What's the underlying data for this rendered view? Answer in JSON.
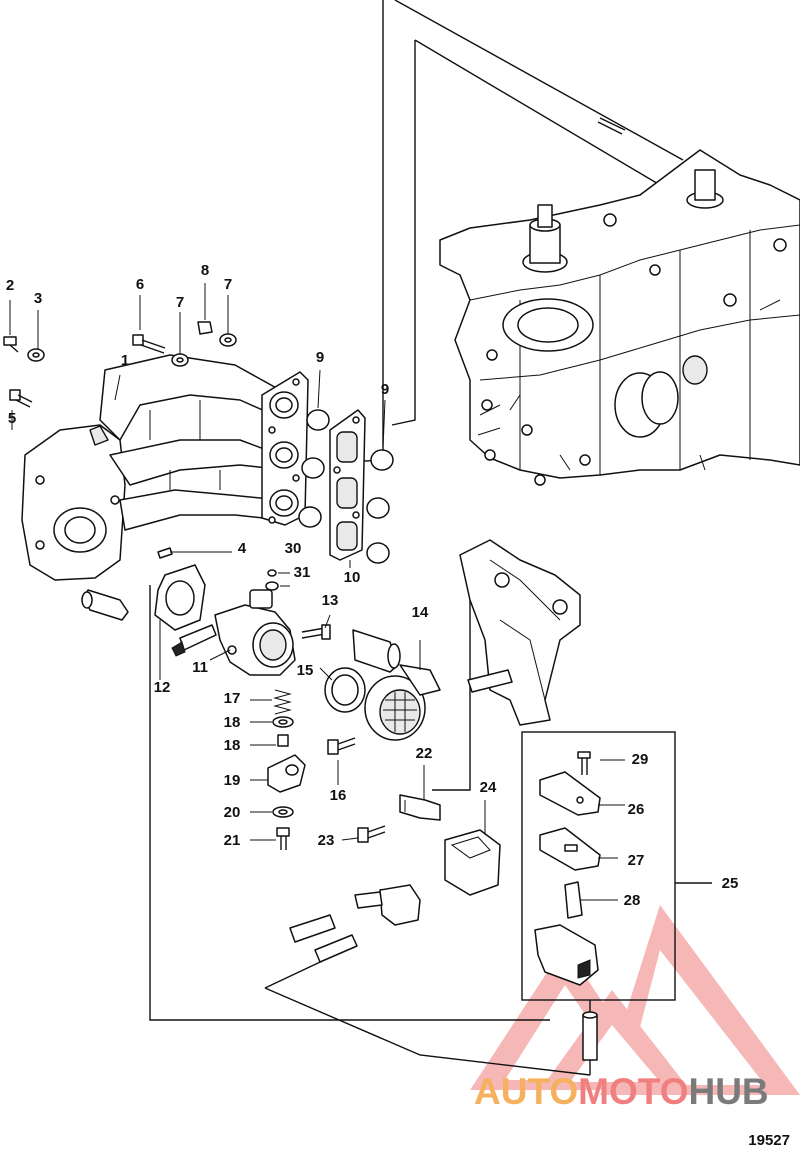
{
  "figure_id": "19527",
  "callouts": [
    "1",
    "2",
    "3",
    "4",
    "5",
    "6",
    "7",
    "7",
    "8",
    "9",
    "9",
    "10",
    "11",
    "12",
    "13",
    "14",
    "15",
    "16",
    "17",
    "18",
    "18",
    "19",
    "20",
    "21",
    "22",
    "23",
    "24",
    "25",
    "26",
    "27",
    "28",
    "29",
    "30",
    "31"
  ],
  "watermark": {
    "parts": [
      "AUTO",
      "MOTO",
      "HUB"
    ],
    "colors": {
      "auto": "#f5b15e",
      "moto": "#f08080",
      "hub": "#7a7a7a",
      "logo": "#f3a0a0"
    }
  }
}
